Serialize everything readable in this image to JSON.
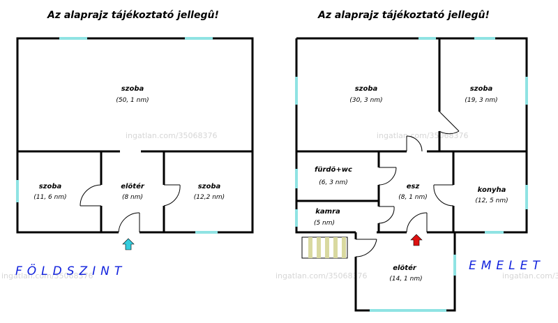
{
  "left_plan": {
    "title": "Az alaprajz tájékoztató jellegû!",
    "floor_label": "FÖLDSZINT",
    "rooms": [
      {
        "name": "szoba",
        "area": "(50, 1 nm)"
      },
      {
        "name": "szoba",
        "area": "(11, 6 nm)"
      },
      {
        "name": "elötér",
        "area": "(8 nm)"
      },
      {
        "name": "szoba",
        "area": "(12,2 nm)"
      }
    ],
    "entrance_arrow_color": "#33ccdd"
  },
  "right_plan": {
    "title": "Az alaprajz tájékoztató jellegû!",
    "floor_label": "EMELET",
    "rooms": [
      {
        "name": "szoba",
        "area": "(30, 3 nm)"
      },
      {
        "name": "szoba",
        "area": "(19, 3 nm)"
      },
      {
        "name": "fürdö+wc",
        "area": "(6, 3 nm)"
      },
      {
        "name": "esz",
        "area": "(8, 1 nm)"
      },
      {
        "name": "konyha",
        "area": "(12, 5 nm)"
      },
      {
        "name": "kamra",
        "area": "(5 nm)"
      },
      {
        "name": "elötér",
        "area": "(14, 1 nm)"
      }
    ],
    "entrance_arrow_color": "#dd1111"
  },
  "watermark": "ingatlan.com/35068376",
  "colors": {
    "wall": "#000000",
    "window": "#8fe3e3",
    "floor_label": "#1122dd",
    "stairs": "#d9d9a0"
  }
}
